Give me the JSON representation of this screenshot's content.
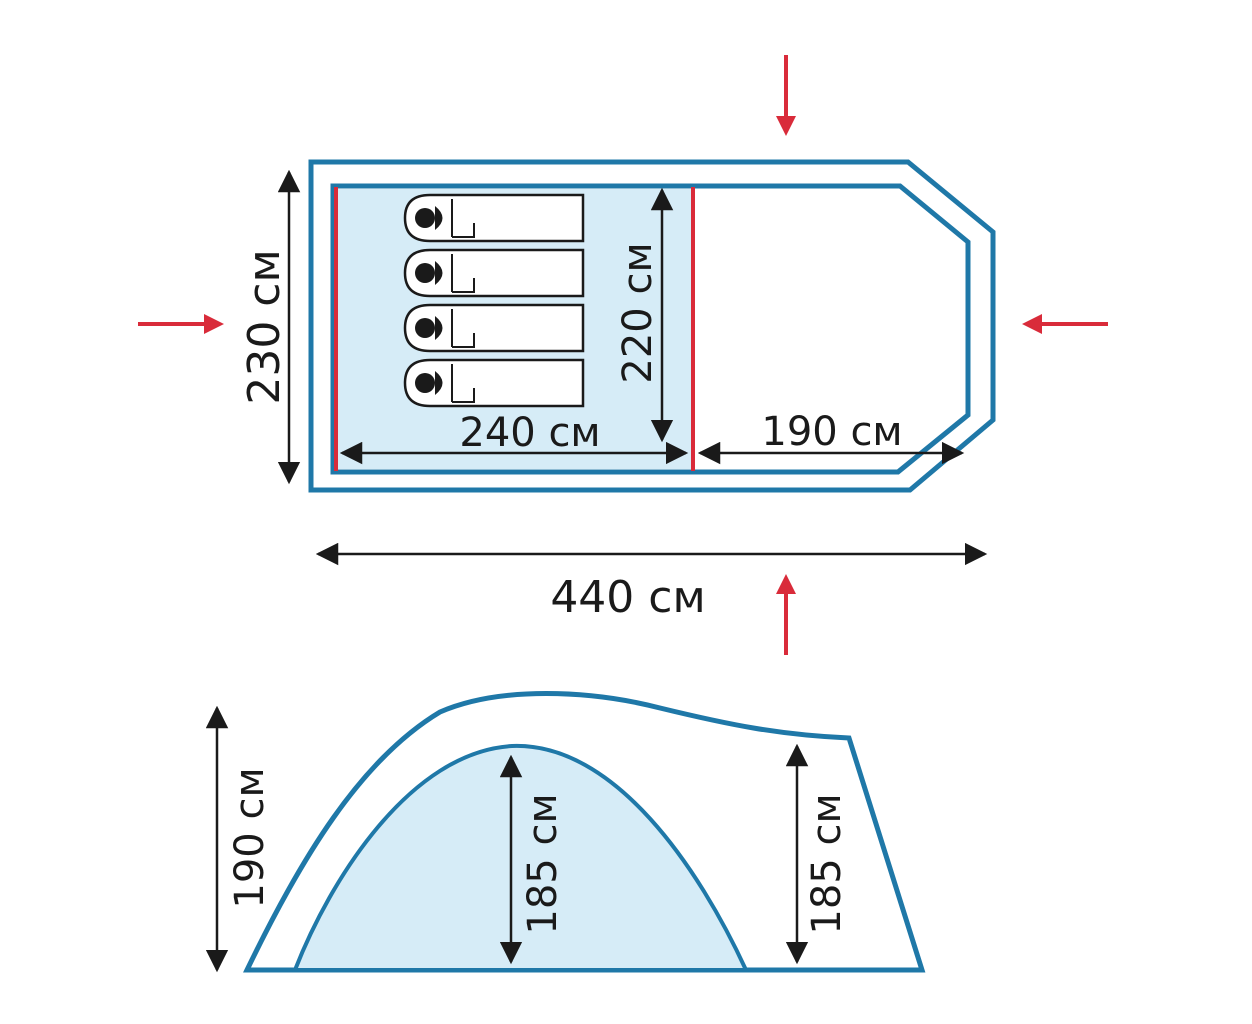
{
  "labels": {
    "width_top": "230 см",
    "length_total": "440 см",
    "inner_length": "240 см",
    "inner_width": "220 см",
    "vestibule_length": "190 см",
    "height_total": "190 см",
    "height_inner": "185 см",
    "height_vestibule": "185 см"
  },
  "colors": {
    "outline": "#1f78a8",
    "inner_fill": "#d6ecf7",
    "red": "#d92b3a",
    "dimension": "#1a1a1a"
  },
  "sleeping_places": 4
}
